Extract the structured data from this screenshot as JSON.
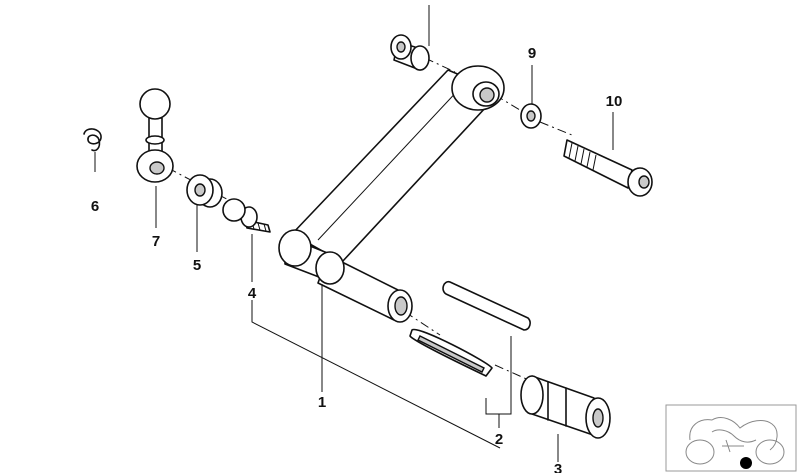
{
  "callouts": {
    "c1": "1",
    "c2": "2",
    "c3": "3",
    "c4": "4",
    "c5": "5",
    "c6": "6",
    "c7": "7",
    "c9": "9",
    "c10": "10"
  }
}
